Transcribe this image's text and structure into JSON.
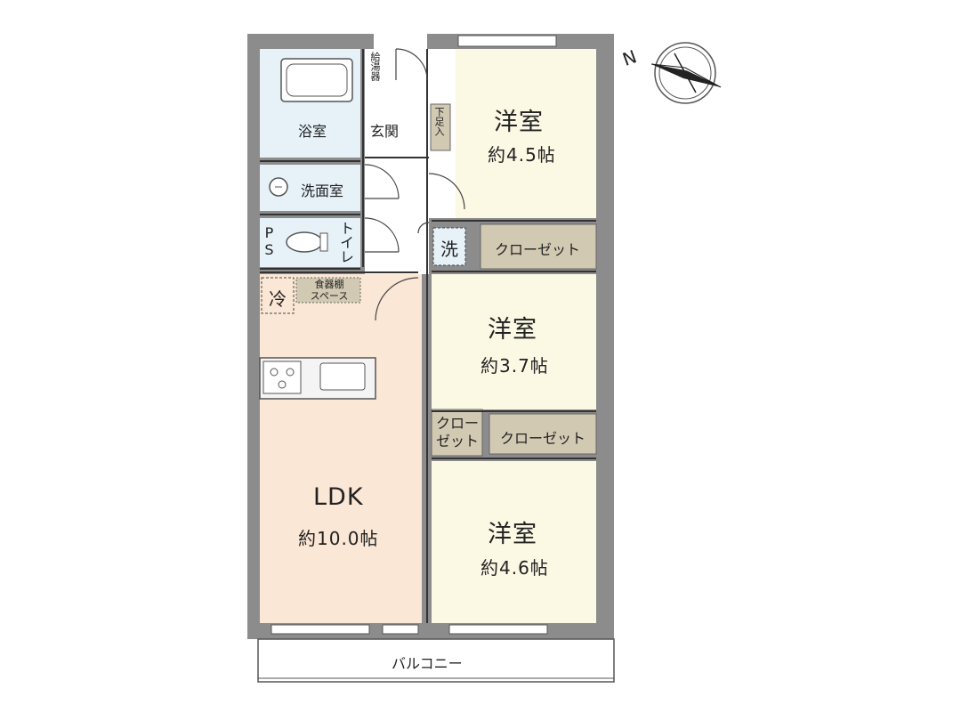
{
  "rooms": {
    "room_north": {
      "label": "洋室",
      "area": "約4.5帖",
      "color": "#fbf8e4"
    },
    "room_middle": {
      "label": "洋室",
      "area": "約3.7帖",
      "color": "#fbf8e4"
    },
    "room_south": {
      "label": "洋室",
      "area": "約4.6帖",
      "color": "#fbf8e4"
    },
    "ldk": {
      "label": "LDK",
      "area": "約10.0帖",
      "color": "#fbe7d6"
    },
    "bathroom": {
      "label": "浴室",
      "color": "#e6f1f8"
    },
    "washroom": {
      "label": "洗面室"
    },
    "toilet": {
      "label": "トイレ"
    },
    "entrance": {
      "label": "玄関"
    }
  },
  "fixtures": {
    "water_heater": "給湯器",
    "shoe_storage": "下足入",
    "pipe_space": "PS",
    "washer": "洗",
    "fridge": "冷",
    "cupboard": "食器棚\nスペース",
    "closet_north": "クローゼット",
    "closet_small": "クロー\nゼット",
    "closet_middle": "クローゼット"
  },
  "balcony": {
    "label": "バルコニー"
  },
  "compass": {
    "label": "N"
  },
  "colors": {
    "wall": "#8c8c8c",
    "closet": "#d2c9b3"
  }
}
